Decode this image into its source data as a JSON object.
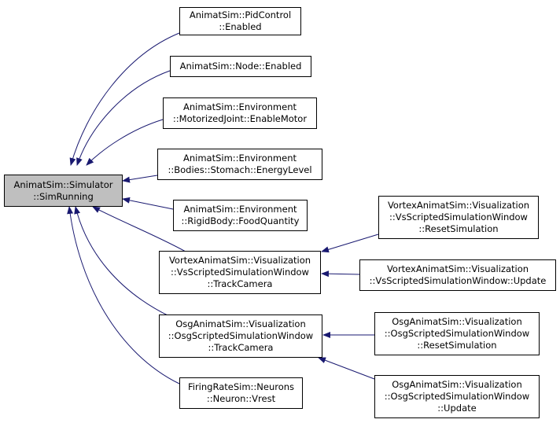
{
  "colors": {
    "edge": "#191970",
    "root_fill": "#bfbfbf",
    "node_fill": "#ffffff",
    "border": "#000000"
  },
  "nodes": {
    "root": {
      "lines": [
        "AnimatSim::Simulator",
        "::SimRunning"
      ]
    },
    "pid": {
      "lines": [
        "AnimatSim::PidControl",
        "::Enabled"
      ]
    },
    "node": {
      "lines": [
        "AnimatSim::Node::Enabled"
      ]
    },
    "motor": {
      "lines": [
        "AnimatSim::Environment",
        "::MotorizedJoint::EnableMotor"
      ]
    },
    "stom": {
      "lines": [
        "AnimatSim::Environment",
        "::Bodies::Stomach::EnergyLevel"
      ]
    },
    "rigid": {
      "lines": [
        "AnimatSim::Environment",
        "::RigidBody::FoodQuantity"
      ]
    },
    "vtrack": {
      "lines": [
        "VortexAnimatSim::Visualization",
        "::VsScriptedSimulationWindow",
        "::TrackCamera"
      ]
    },
    "otrack": {
      "lines": [
        "OsgAnimatSim::Visualization",
        "::OsgScriptedSimulationWindow",
        "::TrackCamera"
      ]
    },
    "fire": {
      "lines": [
        "FiringRateSim::Neurons",
        "::Neuron::Vrest"
      ]
    },
    "vreset": {
      "lines": [
        "VortexAnimatSim::Visualization",
        "::VsScriptedSimulationWindow",
        "::ResetSimulation"
      ]
    },
    "vupd": {
      "lines": [
        "VortexAnimatSim::Visualization",
        "::VsScriptedSimulationWindow::Update"
      ]
    },
    "oreset": {
      "lines": [
        "OsgAnimatSim::Visualization",
        "::OsgScriptedSimulationWindow",
        "::ResetSimulation"
      ]
    },
    "oupd": {
      "lines": [
        "OsgAnimatSim::Visualization",
        "::OsgScriptedSimulationWindow",
        "::Update"
      ]
    }
  }
}
